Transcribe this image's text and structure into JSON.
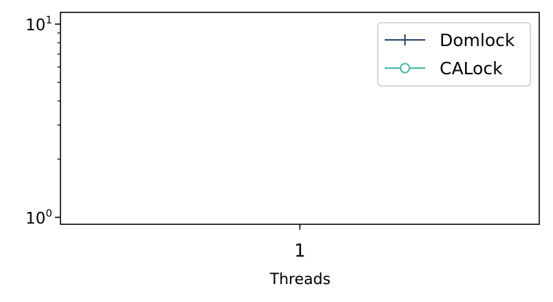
{
  "chart_data": {
    "type": "line",
    "xlabel": "Threads",
    "ylabel": "",
    "x_categories": [
      "1"
    ],
    "yscale": "log",
    "ylim": [
      0.92,
      11.5
    ],
    "y_major_ticks": [
      {
        "value": 1,
        "base": "10",
        "exp": "0"
      },
      {
        "value": 10,
        "base": "10",
        "exp": "1"
      }
    ],
    "y_minor_ticks": [
      2,
      3,
      4,
      5,
      6,
      7,
      8,
      9
    ],
    "grid": false,
    "legend_position": "upper right",
    "series": [
      {
        "name": "Domlock",
        "marker": "plus",
        "color": "#1f3f66",
        "values": []
      },
      {
        "name": "CALock",
        "marker": "circle-open",
        "color": "#3fb3a4",
        "values": []
      }
    ]
  }
}
